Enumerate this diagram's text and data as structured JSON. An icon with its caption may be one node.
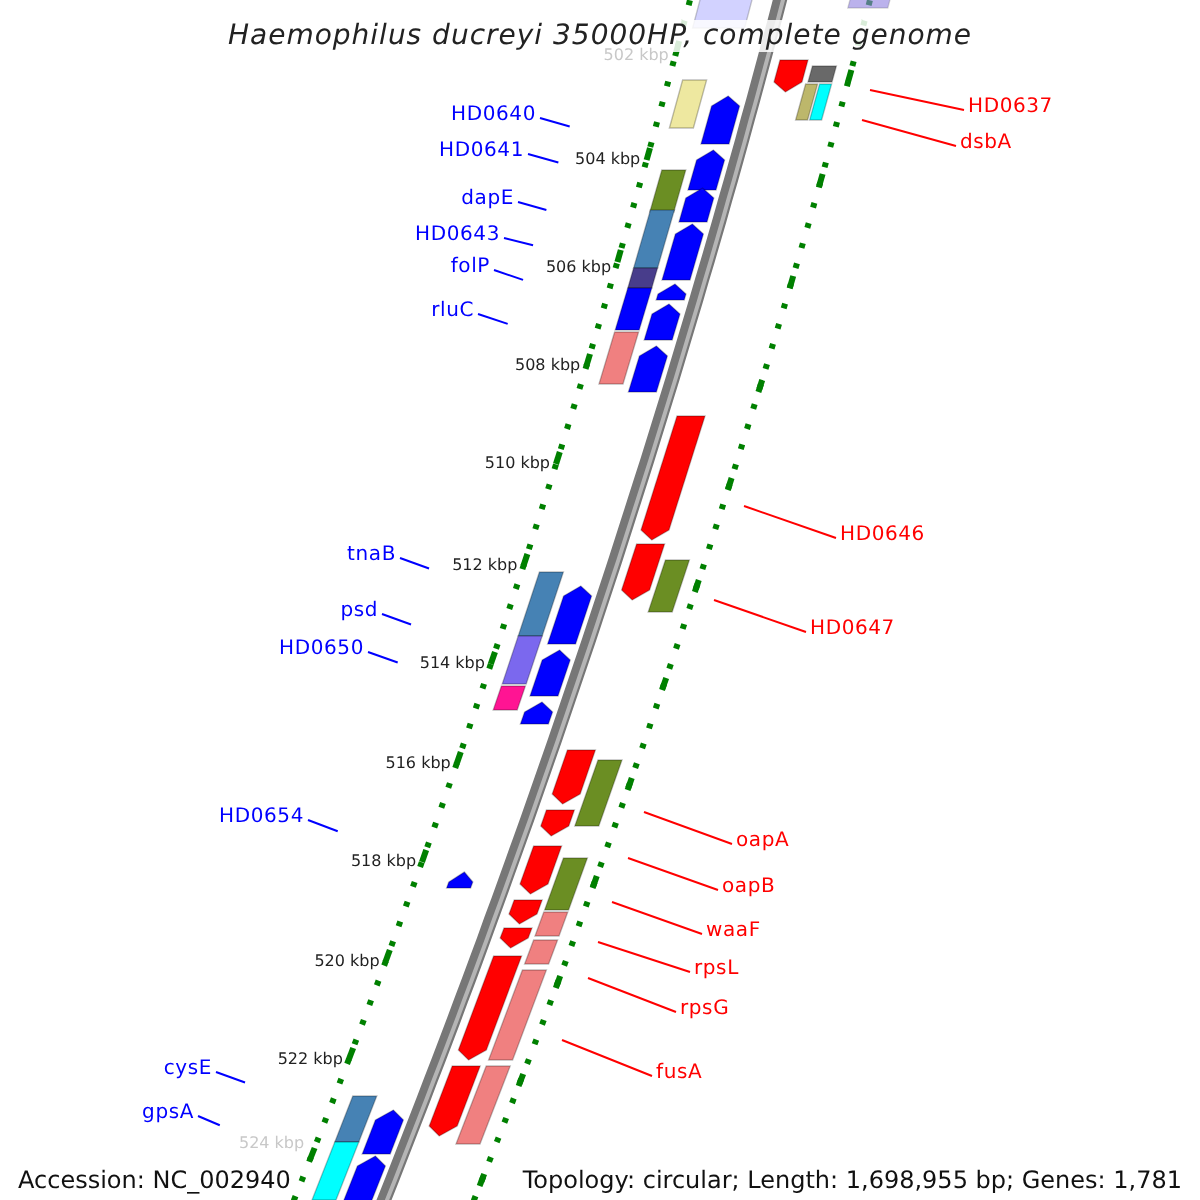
{
  "diagram": {
    "title": "Haemophilus ducreyi 35000HP, complete genome",
    "nodes": [
      {
        "text": [
          "HD0637"
        ]
      },
      {
        "text": [
          "HD0640"
        ]
      },
      {
        "text": [
          "dsbA"
        ]
      },
      {
        "text": [
          "HD0641"
        ]
      },
      {
        "text": [
          "dapE"
        ]
      },
      {
        "text": [
          "HD0643"
        ]
      },
      {
        "text": [
          "folP"
        ]
      },
      {
        "text": [
          "rluC"
        ]
      },
      {
        "text": [
          "HD0646"
        ]
      },
      {
        "text": [
          "tnaB"
        ]
      },
      {
        "text": [
          "psd"
        ]
      },
      {
        "text": [
          "HD0647"
        ]
      },
      {
        "text": [
          "HD0650"
        ]
      },
      {
        "text": [
          "HD0654"
        ]
      },
      {
        "text": [
          "oapA"
        ]
      },
      {
        "text": [
          "oapB"
        ]
      },
      {
        "text": [
          "waaF"
        ]
      },
      {
        "text": [
          "rpsL"
        ]
      },
      {
        "text": [
          "rpsG"
        ]
      },
      {
        "text": [
          "fusA"
        ]
      },
      {
        "text": [
          "cysE"
        ]
      },
      {
        "text": [
          "gpsA"
        ]
      }
    ],
    "edges": [
      {
        "from": 0,
        "to": null,
        "arrow": "none",
        "color": "#ff0000"
      },
      {
        "from": 1,
        "to": null,
        "arrow": "none"
      },
      {
        "from": 2,
        "to": null,
        "arrow": "none",
        "color": "#ff0000"
      },
      {
        "from": 3,
        "to": null,
        "arrow": "none"
      },
      {
        "from": 4,
        "to": null,
        "arrow": "none"
      },
      {
        "from": 5,
        "to": null,
        "arrow": "none"
      },
      {
        "from": 6,
        "to": null,
        "arrow": "none"
      },
      {
        "from": 7,
        "to": null,
        "arrow": "none"
      },
      {
        "from": 8,
        "to": null,
        "arrow": "none",
        "color": "#ff0000"
      },
      {
        "from": 9,
        "to": null,
        "arrow": "none"
      },
      {
        "from": 10,
        "to": null,
        "arrow": "none"
      },
      {
        "from": 11,
        "to": null,
        "arrow": "none",
        "color": "#ff0000"
      },
      {
        "from": 12,
        "to": null,
        "arrow": "none"
      },
      {
        "from": 13,
        "to": null,
        "arrow": "none"
      },
      {
        "from": 14,
        "to": null,
        "arrow": "none",
        "color": "#ff0000"
      },
      {
        "from": 15,
        "to": null,
        "arrow": "none",
        "color": "#ff0000"
      },
      {
        "from": 16,
        "to": null,
        "arrow": "none",
        "color": "#ff0000"
      },
      {
        "from": 17,
        "to": null,
        "arrow": "none",
        "color": "#ff0000"
      },
      {
        "from": 18,
        "to": null,
        "arrow": "none",
        "color": "#ff0000"
      },
      {
        "from": 19,
        "to": null,
        "arrow": "none",
        "color": "#ff0000"
      },
      {
        "from": 20,
        "to": null,
        "arrow": "none"
      },
      {
        "from": 21,
        "to": null,
        "arrow": "none"
      }
    ],
    "labels": [
      "502 kbp",
      "504 kbp",
      "506 kbp",
      "508 kbp",
      "510 kbp",
      "512 kbp",
      "514 kbp",
      "516 kbp",
      "518 kbp",
      "520 kbp",
      "522 kbp",
      "524 kbp",
      "Accession: NC_002940",
      "Topology: circular; Length: 1,698,955 bp; Genes: 1,781"
    ]
  }
}
